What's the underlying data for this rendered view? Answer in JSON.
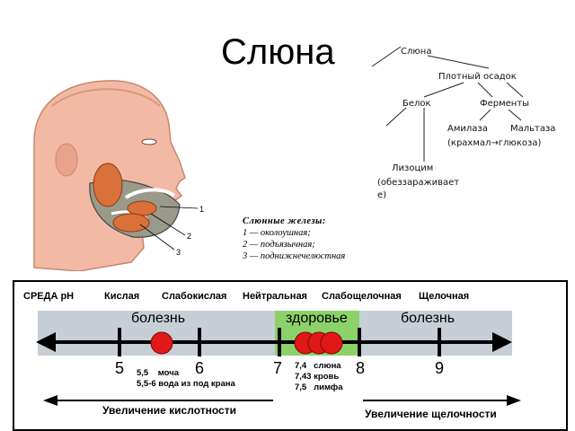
{
  "title": "Слюна",
  "tree": {
    "root": "Слюна",
    "sediment": "Плотный осадок",
    "protein": "Белок",
    "enzymes": "Ферменты",
    "amylase": "Амилаза",
    "maltase": "Мальтаза",
    "conversion": "(крахмал→глюкоза)",
    "lysozyme": "Лизоцим",
    "lysozyme_note_1": "(обеззараживает",
    "lysozyme_note_2": "е)"
  },
  "head_labels": [
    "1",
    "2",
    "3"
  ],
  "glands": {
    "heading": "Слюнные железы:",
    "items": [
      "1 — околоушная;",
      "2 — подъязычная;",
      "3 — поднижнечелюстная"
    ]
  },
  "ph_scale": {
    "columns": [
      "СРЕДА рН",
      "Кислая",
      "Слабокислая",
      "Нейтральная",
      "Слабощелочная",
      "Щелочная"
    ],
    "zones": {
      "left": "болезнь",
      "middle": "здоровье",
      "right": "болезнь"
    },
    "ticks": [
      "5",
      "6",
      "7",
      "8",
      "9"
    ],
    "left_notes": {
      "line1_value": "5,5",
      "line1_text": "моча",
      "line2": "5,5-6 вода из под крана"
    },
    "right_notes": [
      {
        "value": "7,4",
        "text": "слюна"
      },
      {
        "value": "7,43",
        "text": "кровь"
      },
      {
        "value": "7,5",
        "text": "лимфа"
      }
    ],
    "acid_arrow": "Увеличение кислотности",
    "alkali_arrow": "Увеличение щелочности",
    "colors": {
      "band": "#c8ced6",
      "health": "#8cd26a",
      "marker": "#e01818"
    }
  }
}
